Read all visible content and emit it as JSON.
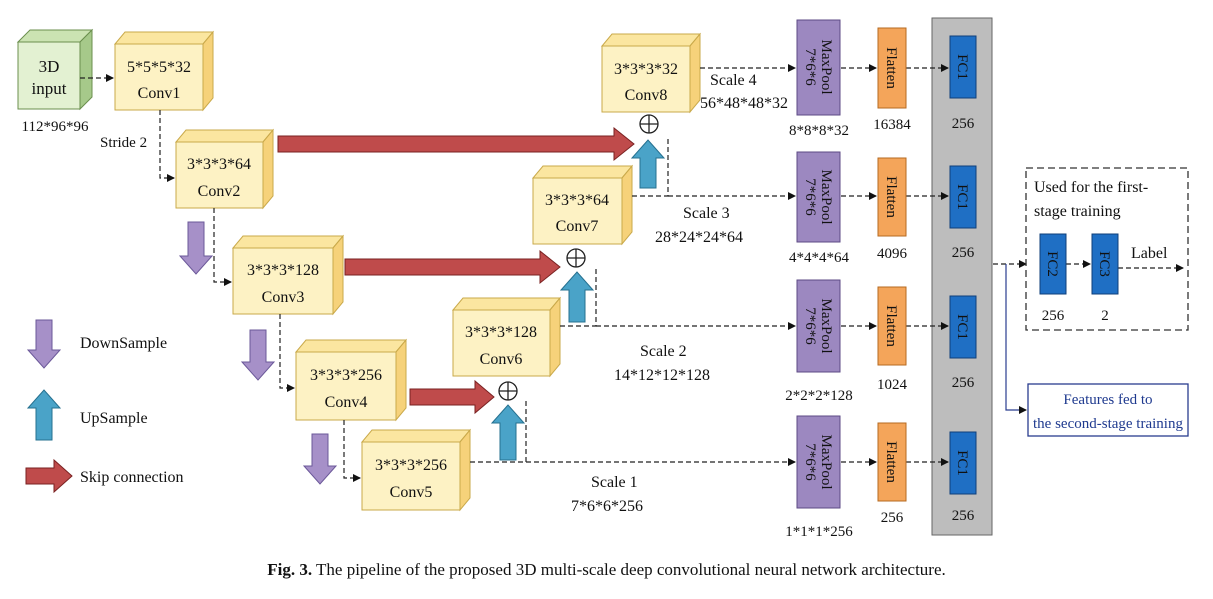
{
  "input": {
    "line1": "3D",
    "line2": "input",
    "size": "112*96*96"
  },
  "stride_label": "Stride 2",
  "conv": [
    {
      "kernel": "5*5*5*32",
      "name": "Conv1"
    },
    {
      "kernel": "3*3*3*64",
      "name": "Conv2"
    },
    {
      "kernel": "3*3*3*128",
      "name": "Conv3"
    },
    {
      "kernel": "3*3*3*256",
      "name": "Conv4"
    },
    {
      "kernel": "3*3*3*256",
      "name": "Conv5"
    },
    {
      "kernel": "3*3*3*128",
      "name": "Conv6"
    },
    {
      "kernel": "3*3*3*64",
      "name": "Conv7"
    },
    {
      "kernel": "3*3*3*32",
      "name": "Conv8"
    }
  ],
  "scales": [
    {
      "name": "Scale 4",
      "size": "56*48*48*32",
      "pool_line1": "MaxPool",
      "pool_line2": "7*6*6",
      "pool_out": "8*8*8*32",
      "flatten": "Flatten",
      "flat_size": "16384",
      "fc": "FC1",
      "fc_size": "256"
    },
    {
      "name": "Scale 3",
      "size": "28*24*24*64",
      "pool_line1": "MaxPool",
      "pool_line2": "7*6*6",
      "pool_out": "4*4*4*64",
      "flatten": "Flatten",
      "flat_size": "4096",
      "fc": "FC1",
      "fc_size": "256"
    },
    {
      "name": "Scale 2",
      "size": "14*12*12*128",
      "pool_line1": "MaxPool",
      "pool_line2": "7*6*6",
      "pool_out": "2*2*2*128",
      "flatten": "Flatten",
      "flat_size": "1024",
      "fc": "FC1",
      "fc_size": "256"
    },
    {
      "name": "Scale 1",
      "size": "7*6*6*256",
      "pool_line1": "MaxPool",
      "pool_line2": "7*6*6",
      "pool_out": "1*1*1*256",
      "flatten": "Flatten",
      "flat_size": "256",
      "fc": "FC1",
      "fc_size": "256"
    }
  ],
  "first_stage": {
    "line1": "Used for the first-",
    "line2": "stage training",
    "fc2": "FC2",
    "fc2_size": "256",
    "fc3": "FC3",
    "fc3_size": "2",
    "label": "Label"
  },
  "features": {
    "line1": "Features fed to",
    "line2": "the second-stage training"
  },
  "legend": {
    "downsample": "DownSample",
    "upsample": "UpSample",
    "skip": "Skip connection"
  },
  "caption": {
    "prefix": "Fig. 3.",
    "text": "The pipeline of the proposed 3D multi-scale deep convolutional neural network architecture."
  },
  "colors": {
    "conv": "#fdf2c4",
    "pool": "#9c88c0",
    "flatten": "#f4a55a",
    "fc": "#1f6fc4",
    "gray_panel": "#bdbdbd",
    "skip": "#bf4b4b",
    "up": "#4aa3c8",
    "down": "#a690c8"
  }
}
